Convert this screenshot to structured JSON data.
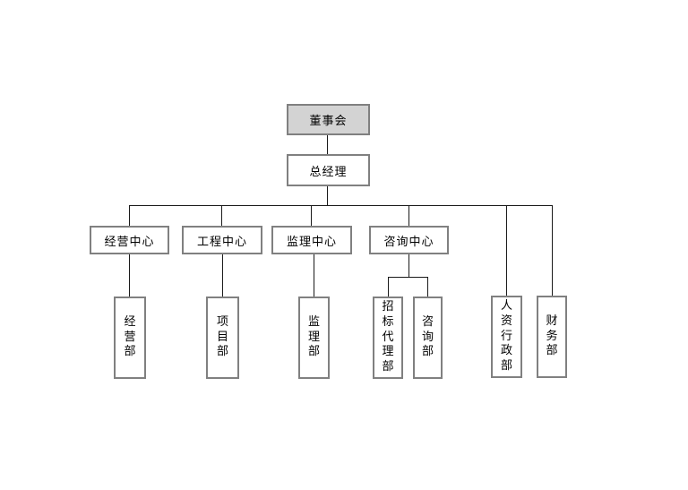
{
  "diagram": {
    "type": "org-chart",
    "nodes": {
      "board": "董事会",
      "general_manager": "总经理"
    },
    "centers": [
      "经营中心",
      "工程中心",
      "监理中心",
      "咨询中心"
    ],
    "departments": [
      "经营部",
      "项目部",
      "监理部",
      "招标代理部",
      "咨询部",
      "人资行政部",
      "财务部"
    ],
    "colors": {
      "background": "#ffffff",
      "root_fill": "#d3d3d3",
      "box_fill": "#ffffff",
      "box_border": "#808080",
      "connector": "#1a1a1a",
      "text": "#000000"
    }
  }
}
